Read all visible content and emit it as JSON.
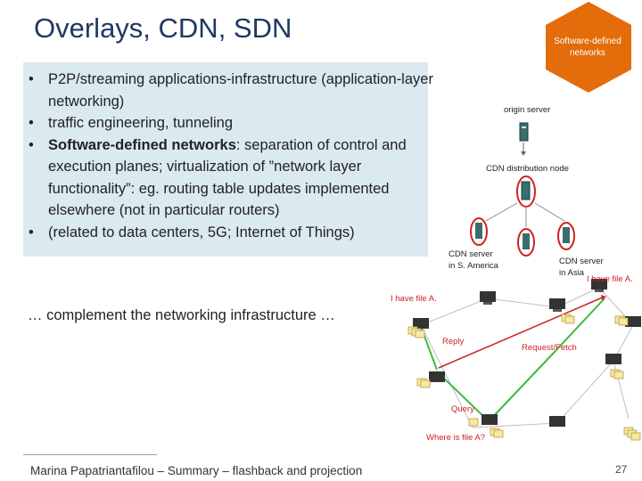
{
  "title": "Overlays, CDN, SDN",
  "bullets": {
    "b1": "P2P/streaming applications-infrastructure (application-layer networking)",
    "b2": "traffic engineering, tunneling",
    "b3_bold": "Software-defined networks",
    "b3_rest": ": separation of control and execution planes; virtualization of ”network layer functionality”: eg. routing table updates implemented elsewhere (not in particular routers)",
    "b4": "(related to data centers, 5G; Internet of Things)"
  },
  "complement": "… complement the networking infrastructure …",
  "badge": {
    "label": "Software-defined networks",
    "color": "#e46c0a"
  },
  "cdn": {
    "origin": "origin server",
    "distribution": "CDN distribution node",
    "sa_line1": "CDN server",
    "sa_line2": "in S. America",
    "asia_line1": "CDN server",
    "asia_line2": "in Asia"
  },
  "p2p": {
    "have_file_right": "I have file A.",
    "have_file_left": "I have file A.",
    "reply": "Reply",
    "request": "Request/Fetch",
    "query": "Query",
    "where": "Where is file A?"
  },
  "footer": "Marina Papatriantafilou – Summary – flashback and projection",
  "page_number": "27"
}
